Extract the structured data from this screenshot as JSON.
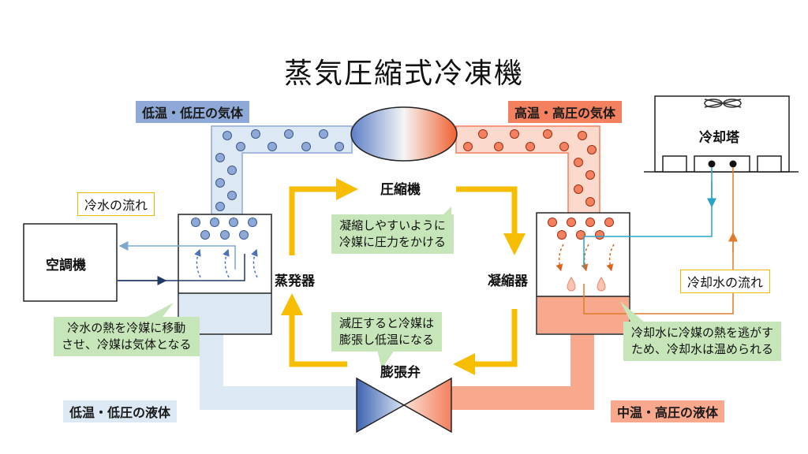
{
  "title": "蒸気圧縮式冷凍機",
  "labels": {
    "low_gas": "低温・低圧の気体",
    "high_gas": "高温・高圧の気体",
    "low_liquid": "低温・低圧の液体",
    "mid_liquid": "中温・高圧の液体",
    "chilled_water_flow": "冷水の流れ",
    "cooling_water_flow": "冷却水の流れ",
    "compressor": "圧縮機",
    "evaporator": "蒸発器",
    "condenser": "凝縮器",
    "expansion_valve": "膨張弁",
    "air_conditioner": "空調機",
    "cooling_tower": "冷却塔"
  },
  "notes": {
    "compressor_note": [
      "凝縮しやすいように",
      "冷媒に圧力をかける"
    ],
    "valve_note": [
      "減圧すると冷媒は",
      "膨張し低温になる"
    ],
    "evaporator_note": [
      "冷水の熱を冷媒に移動",
      "させ、冷媒は気体となる"
    ],
    "condenser_note": [
      "冷却水に冷媒の熱を逃がす",
      "ため、冷却水は温められる"
    ]
  },
  "colors": {
    "cold_gas": "#8ea9d8",
    "hot_gas": "#f3805e",
    "cold_liquid": "#dce9f5",
    "hot_liquid": "#f8a88c",
    "flow_arrow": "#f7bd00",
    "chilled_line": "#1f3864",
    "cooling_line_cold": "#29a3c9",
    "cooling_line_hot": "#e07b2b",
    "note_bg": "#c6e5b8"
  }
}
